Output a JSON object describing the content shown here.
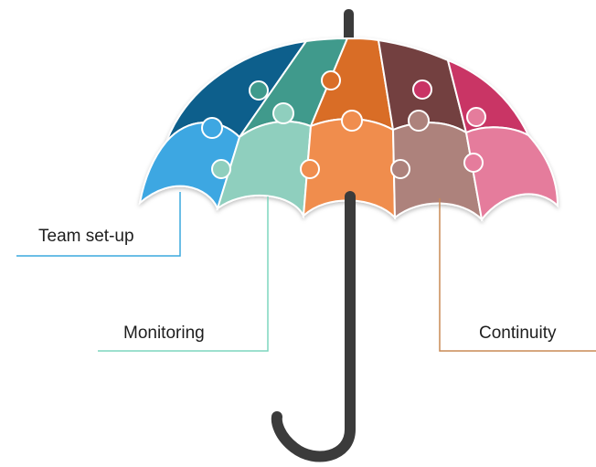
{
  "labels": {
    "team_setup": "Team set-up",
    "monitoring": "Monitoring",
    "continuity": "Continuity"
  },
  "colors": {
    "background": "#ffffff",
    "team_setup_line": "#3aa8dd",
    "monitoring_line": "#7dd5be",
    "continuity_line": "#c98a55",
    "handle": "#3b3b3b",
    "canopy_upper": [
      "#0d5f8c",
      "#3f9a8c",
      "#d96d27",
      "#733f3f",
      "#c93465"
    ],
    "canopy_lower": [
      "#3ea7e2",
      "#8fcfbe",
      "#f08d4e",
      "#ad827c",
      "#e57c9c"
    ]
  }
}
